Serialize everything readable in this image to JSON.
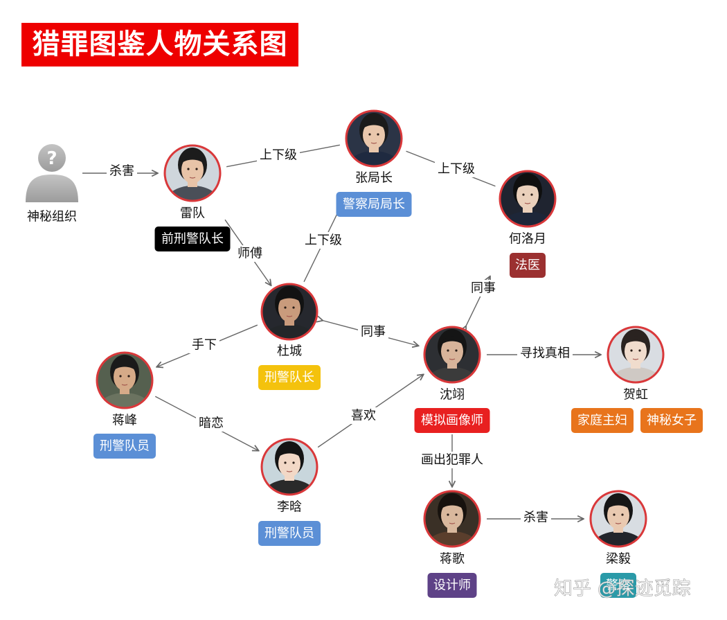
{
  "title": "猎罪图鉴人物关系图",
  "colors": {
    "title_bg": "#ee0000",
    "avatar_ring": "#d9383a",
    "edge": "#666666"
  },
  "people": [
    {
      "id": "mystery",
      "name": "神秘组织",
      "icon": "unknown-person-silhouette-icon",
      "badges": []
    },
    {
      "id": "lei",
      "name": "雷队",
      "icon": "lei-portrait",
      "badges": [
        {
          "text": "前刑警队长",
          "color": "#000000"
        }
      ]
    },
    {
      "id": "zhang",
      "name": "张局长",
      "icon": "zhang-portrait",
      "badges": [
        {
          "text": "警察局局长",
          "color": "#5b8fd6"
        }
      ]
    },
    {
      "id": "he",
      "name": "何洛月",
      "icon": "he-portrait",
      "badges": [
        {
          "text": "法医",
          "color": "#9b3030"
        }
      ]
    },
    {
      "id": "du",
      "name": "杜城",
      "icon": "du-portrait",
      "badges": [
        {
          "text": "刑警队长",
          "color": "#f4c20d"
        }
      ]
    },
    {
      "id": "shen",
      "name": "沈翊",
      "icon": "shen-portrait",
      "badges": [
        {
          "text": "模拟画像师",
          "color": "#e82020"
        }
      ]
    },
    {
      "id": "hehong",
      "name": "贺虹",
      "icon": "hehong-portrait",
      "badges": [
        {
          "text": "家庭主妇",
          "color": "#e8741c"
        },
        {
          "text": "神秘女子",
          "color": "#e8741c"
        }
      ]
    },
    {
      "id": "jiangfeng",
      "name": "蒋峰",
      "icon": "jiangfeng-portrait",
      "badges": [
        {
          "text": "刑警队员",
          "color": "#5b8fd6"
        }
      ]
    },
    {
      "id": "li",
      "name": "李晗",
      "icon": "li-portrait",
      "badges": [
        {
          "text": "刑警队员",
          "color": "#5b8fd6"
        }
      ]
    },
    {
      "id": "jiangge",
      "name": "蒋歌",
      "icon": "jiangge-portrait",
      "badges": [
        {
          "text": "设计师",
          "color": "#5e4287"
        }
      ]
    },
    {
      "id": "liang",
      "name": "梁毅",
      "icon": "liang-portrait",
      "badges": [
        {
          "text": "警察",
          "color": "#2a9aa8"
        }
      ]
    }
  ],
  "relations": [
    {
      "from": "mystery",
      "to": "lei",
      "label": "杀害"
    },
    {
      "from": "lei",
      "to": "zhang",
      "label": "上下级"
    },
    {
      "from": "zhang",
      "to": "he",
      "label": "上下级"
    },
    {
      "from": "lei",
      "to": "du",
      "label": "师傅"
    },
    {
      "from": "du",
      "to": "zhang",
      "label": "上下级"
    },
    {
      "from": "du",
      "to": "shen",
      "label": "同事"
    },
    {
      "from": "shen",
      "to": "he",
      "label": "同事"
    },
    {
      "from": "shen",
      "to": "hehong",
      "label": "寻找真相"
    },
    {
      "from": "du",
      "to": "jiangfeng",
      "label": "手下"
    },
    {
      "from": "jiangfeng",
      "to": "li",
      "label": "暗恋"
    },
    {
      "from": "li",
      "to": "shen",
      "label": "喜欢"
    },
    {
      "from": "shen",
      "to": "jiangge",
      "label": "画出犯罪人"
    },
    {
      "from": "jiangge",
      "to": "liang",
      "label": "杀害"
    }
  ],
  "watermark": "知乎 @探迹觅踪"
}
